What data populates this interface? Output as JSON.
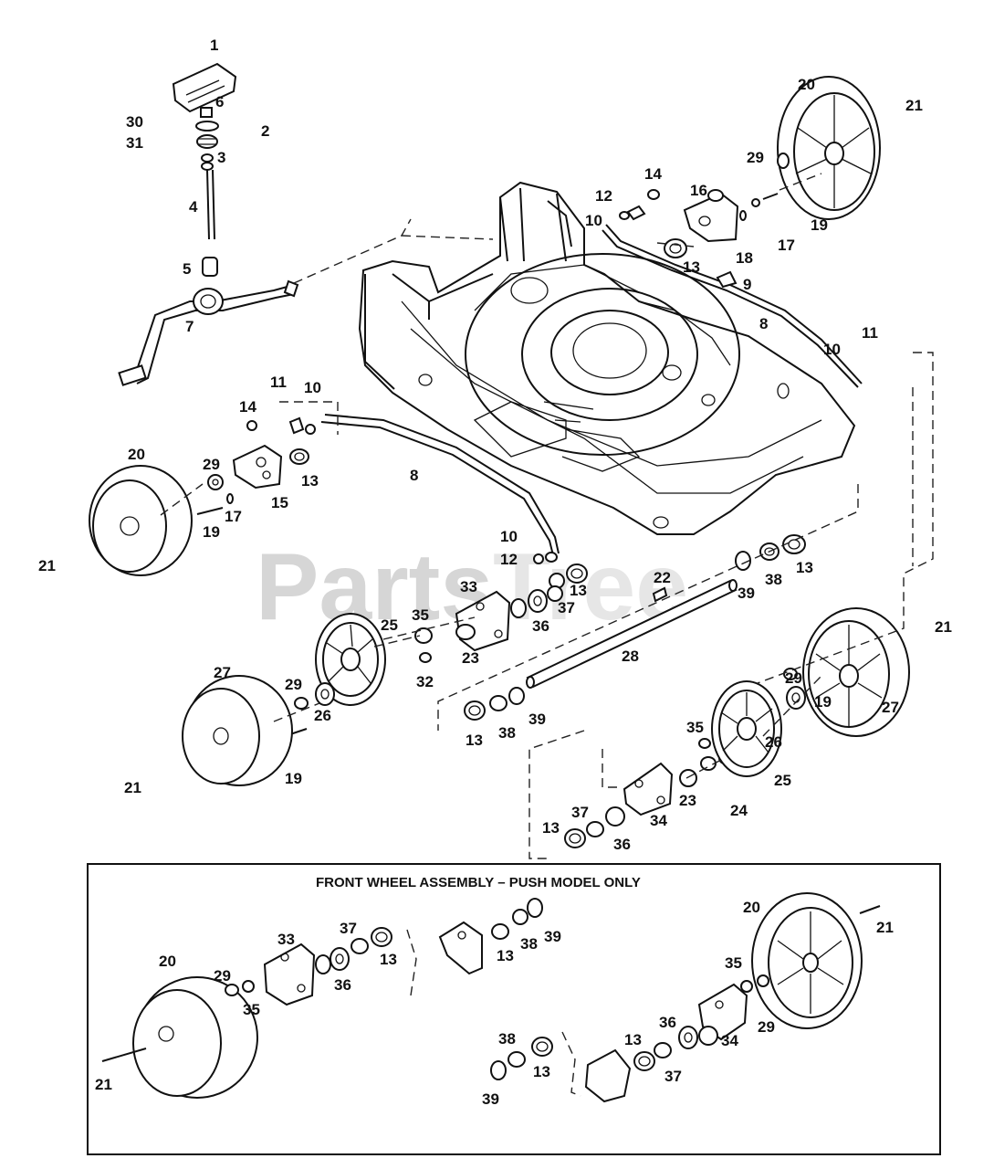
{
  "watermark": "PartsTree",
  "inset_title": "FRONT WHEEL ASSEMBLY – PUSH MODEL ONLY",
  "callouts": {
    "upper": [
      "1",
      "6",
      "2",
      "30",
      "31",
      "3",
      "4",
      "5",
      "7",
      "20",
      "21",
      "29",
      "16",
      "14",
      "12",
      "10",
      "13",
      "18",
      "17",
      "19",
      "9",
      "8",
      "11",
      "10",
      "14",
      "11",
      "10",
      "20",
      "29",
      "15",
      "13",
      "19",
      "17",
      "21",
      "8",
      "10",
      "12",
      "33",
      "13",
      "22",
      "37",
      "36",
      "38",
      "13",
      "39",
      "35",
      "25",
      "23",
      "32",
      "28",
      "27",
      "29",
      "26",
      "19",
      "21",
      "39",
      "13",
      "38",
      "21",
      "29",
      "27",
      "35",
      "26",
      "19",
      "25",
      "24",
      "23",
      "34",
      "13",
      "37",
      "36"
    ],
    "inset": [
      "33",
      "37",
      "13",
      "36",
      "20",
      "29",
      "35",
      "21",
      "13",
      "38",
      "39",
      "20",
      "21",
      "35",
      "29",
      "38",
      "13",
      "39",
      "13",
      "36",
      "37",
      "34"
    ]
  }
}
